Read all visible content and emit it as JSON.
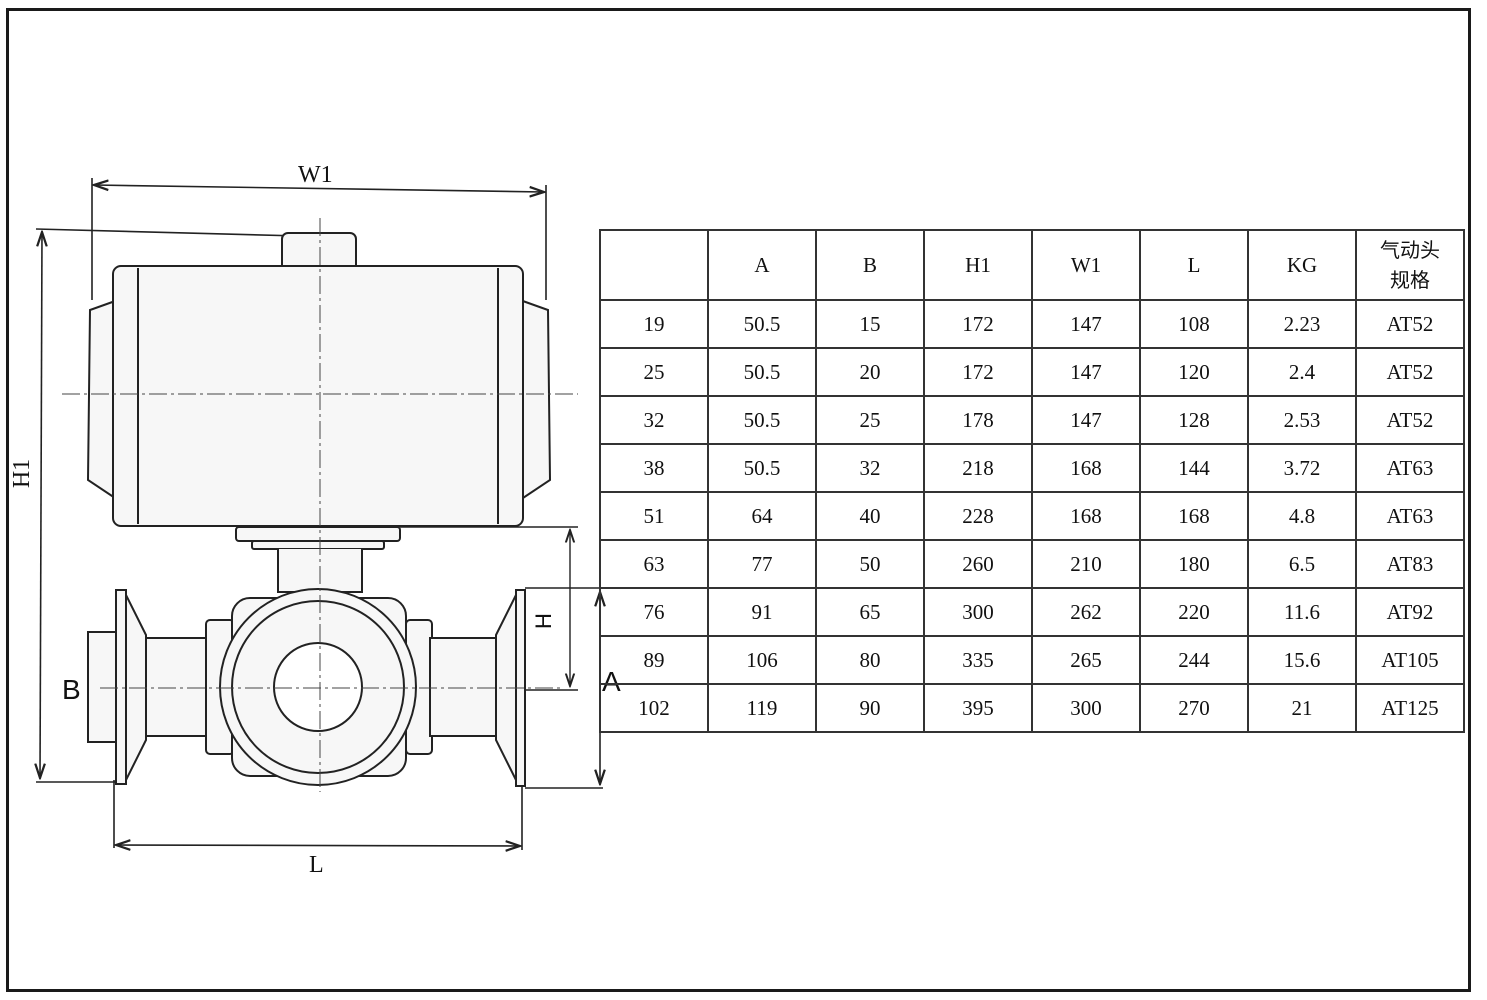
{
  "dimension_labels": {
    "w1": "W1",
    "h1": "H1",
    "l": "L",
    "b": "B",
    "a": "A",
    "h": "H"
  },
  "table": {
    "headers": [
      "",
      "A",
      "B",
      "H1",
      "W1",
      "L",
      "KG",
      "气动头",
      "规格"
    ],
    "rows": [
      [
        "19",
        "50.5",
        "15",
        "172",
        "147",
        "108",
        "2.23",
        "AT52"
      ],
      [
        "25",
        "50.5",
        "20",
        "172",
        "147",
        "120",
        "2.4",
        "AT52"
      ],
      [
        "32",
        "50.5",
        "25",
        "178",
        "147",
        "128",
        "2.53",
        "AT52"
      ],
      [
        "38",
        "50.5",
        "32",
        "218",
        "168",
        "144",
        "3.72",
        "AT63"
      ],
      [
        "51",
        "64",
        "40",
        "228",
        "168",
        "168",
        "4.8",
        "AT63"
      ],
      [
        "63",
        "77",
        "50",
        "260",
        "210",
        "180",
        "6.5",
        "AT83"
      ],
      [
        "76",
        "91",
        "65",
        "300",
        "262",
        "220",
        "11.6",
        "AT92"
      ],
      [
        "89",
        "106",
        "80",
        "335",
        "265",
        "244",
        "15.6",
        "AT105"
      ],
      [
        "102",
        "119",
        "90",
        "395",
        "300",
        "270",
        "21",
        "AT125"
      ]
    ]
  }
}
